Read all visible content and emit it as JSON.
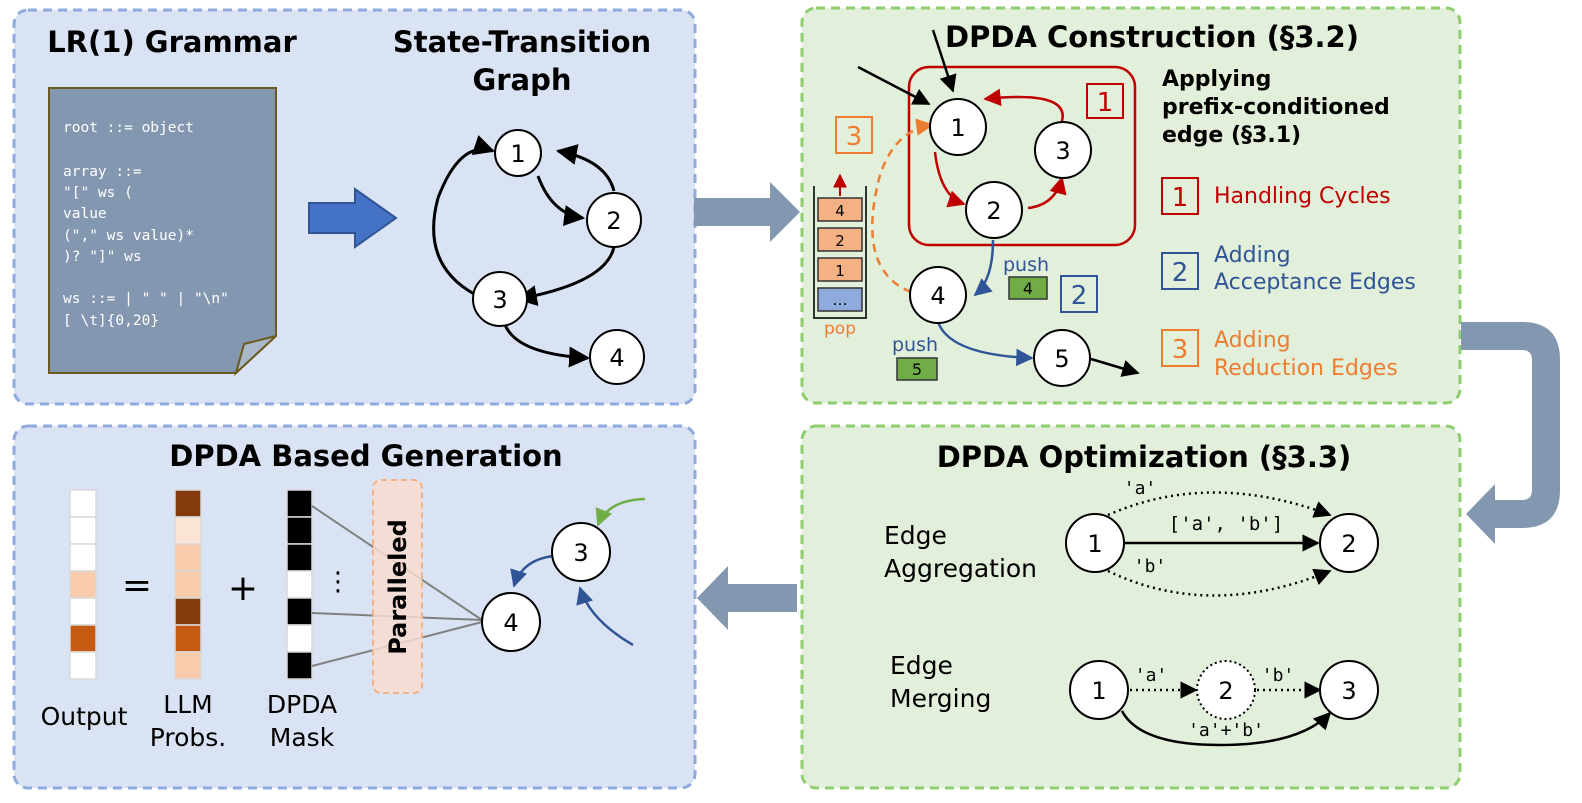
{
  "colors": {
    "blue_panel_fill": "#dae3f3",
    "blue_panel_border": "#8faadc",
    "green_panel_fill": "#e2efda",
    "green_panel_border": "#8fce6f",
    "flow_arrow": "#8497b0",
    "doc_fill": "#8497b0",
    "red": "#c00000",
    "blue": "#2f5597",
    "orange": "#ed7d31",
    "stack_orange": "#f4b183",
    "stack_blue": "#8faadc",
    "push_green": "#70ad47"
  },
  "panel_lr": {
    "title_grammar": "LR(1) Grammar",
    "title_graph_line1": "State-Transition",
    "title_graph_line2": "Graph",
    "grammar_lines": [
      "root   ::= object",
      "",
      "array  ::=",
      "  \"[\" ws (",
      "             value",
      "    (\",\" ws value)*",
      "  )? \"]\" ws",
      "",
      "ws ::= | \" \" | \"\\n\"",
      "[ \\t]{0,20}"
    ],
    "nodes": [
      "1",
      "2",
      "3",
      "4"
    ]
  },
  "panel_construction": {
    "title": "DPDA Construction (§3.2)",
    "subtitle_line1": "Applying",
    "subtitle_line2": "prefix-conditioned",
    "subtitle_line3": "edge (§3.1)",
    "nodes": [
      "1",
      "2",
      "3",
      "4",
      "5"
    ],
    "stack_items": [
      "4",
      "2",
      "1",
      "…"
    ],
    "pop_label": "pop",
    "push_label": "push",
    "push_value_a": "4",
    "push_value_b": "5",
    "marker_1": "1",
    "marker_2": "2",
    "marker_3": "3",
    "legend": [
      {
        "num": "1",
        "line1": "Handling Cycles",
        "line2": ""
      },
      {
        "num": "2",
        "line1": "Adding",
        "line2": "Acceptance Edges"
      },
      {
        "num": "3",
        "line1": "Adding",
        "line2": "Reduction Edges"
      }
    ]
  },
  "panel_optimization": {
    "title": "DPDA Optimization (§3.3)",
    "aggregation_line1": "Edge",
    "aggregation_line2": "Aggregation",
    "merging_line1": "Edge",
    "merging_line2": "Merging",
    "agg_nodes": [
      "1",
      "2"
    ],
    "agg_label_a": "'a'",
    "agg_label_ab": "['a', 'b']",
    "agg_label_b": "'b'",
    "merge_nodes": [
      "1",
      "2",
      "3"
    ],
    "merge_label_a": "'a'",
    "merge_label_b": "'b'",
    "merge_label_ab": "'a'+'b'"
  },
  "panel_generation": {
    "title": "DPDA Based Generation",
    "equals": "=",
    "plus": "+",
    "dots": "⋮",
    "paralleled": "Paralleled",
    "label_output": "Output",
    "label_llm_line1": "LLM",
    "label_llm_line2": "Probs.",
    "label_mask_line1": "DPDA",
    "label_mask_line2": "Mask",
    "output_cells": [
      "#ffffff",
      "#ffffff",
      "#ffffff",
      "#f8cbad",
      "#ffffff",
      "#c55a11",
      "#ffffff"
    ],
    "llm_cells": [
      "#843c0c",
      "#fbe5d6",
      "#f8cbad",
      "#f8cbad",
      "#843c0c",
      "#c55a11",
      "#f8cbad"
    ],
    "mask_cells": [
      "#000000",
      "#000000",
      "#000000",
      "#ffffff",
      "#000000",
      "#ffffff",
      "#000000"
    ],
    "nodes": [
      "3",
      "4"
    ]
  }
}
